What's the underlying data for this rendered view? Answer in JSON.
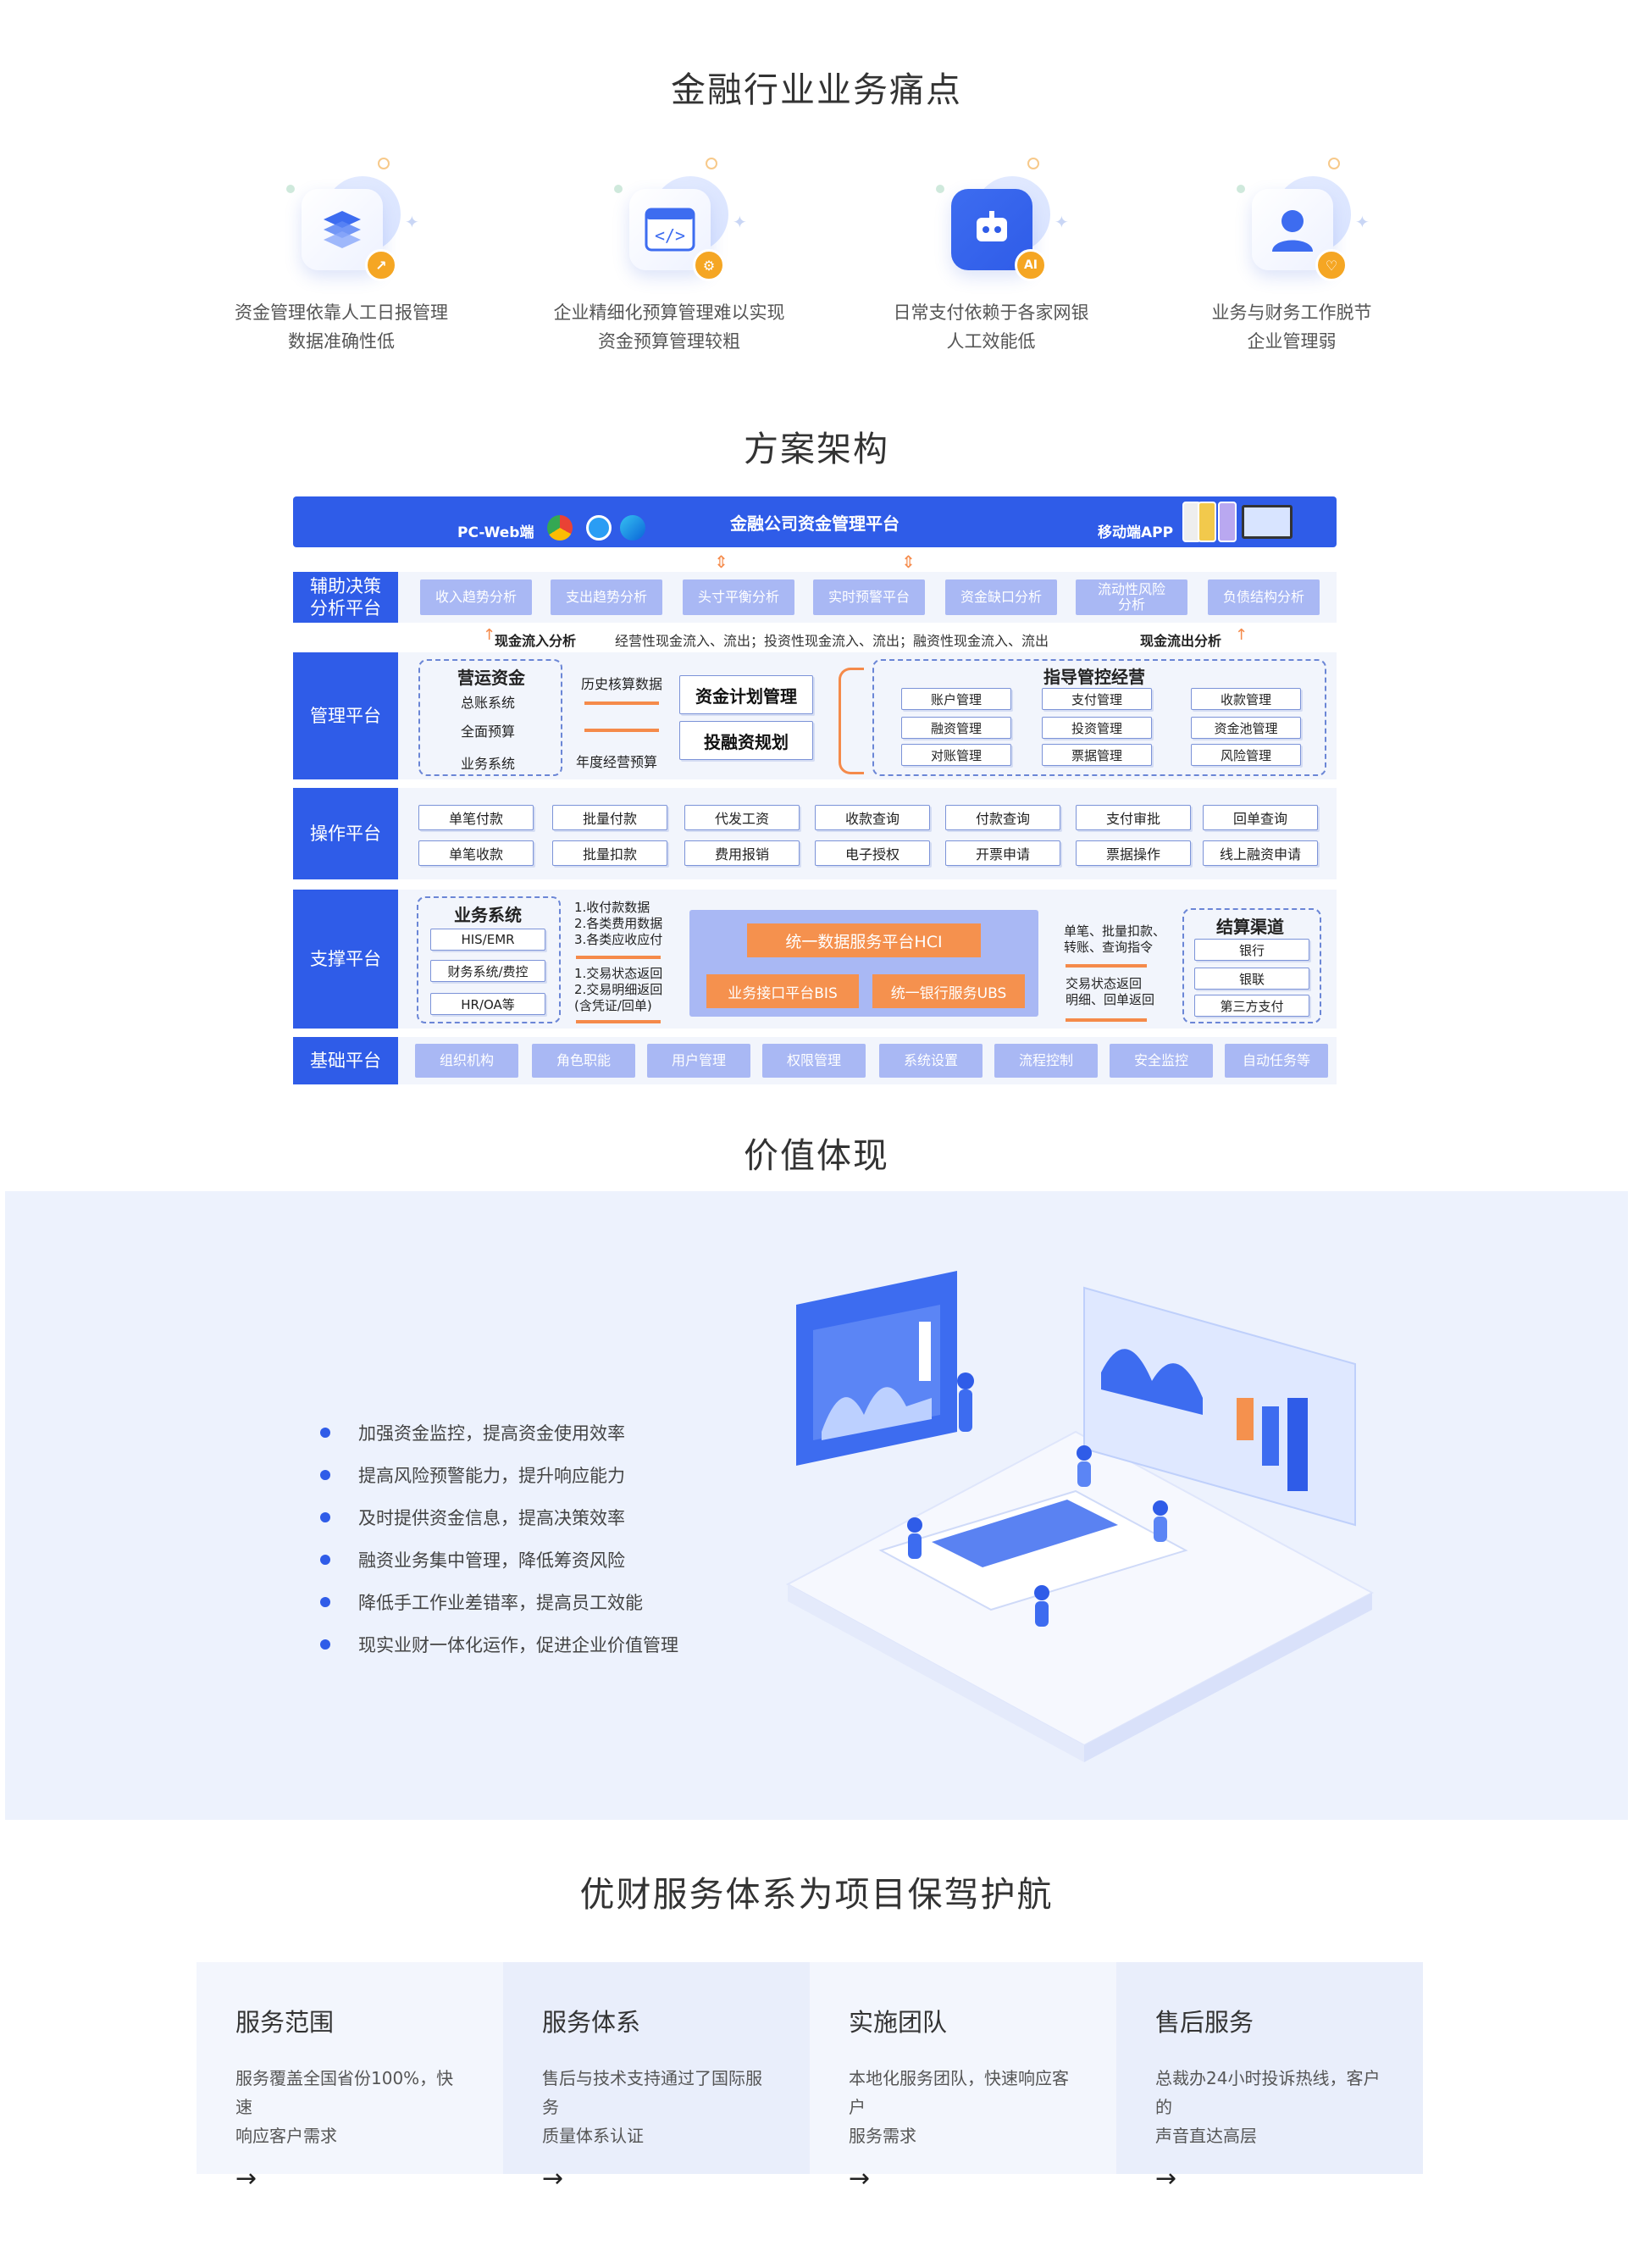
{
  "sections": {
    "pain_title": "金融行业业务痛点",
    "arch_title": "方案架构",
    "value_title": "价值体现",
    "service_title": "优财服务体系为项目保驾护航"
  },
  "pain_points": [
    {
      "line1": "资金管理依靠人工日报管理",
      "line2": "数据准确性低",
      "icon": "layers-icon",
      "badge": "↗"
    },
    {
      "line1": "企业精细化预算管理难以实现",
      "line2": "资金预算管理较粗",
      "icon": "code-window-icon",
      "badge": "⚙"
    },
    {
      "line1": "日常支付依赖于各家网银",
      "line2": "人工效能低",
      "icon": "robot-icon",
      "badge": "AI"
    },
    {
      "line1": "业务与财务工作脱节",
      "line2": "企业管理弱",
      "icon": "user-icon",
      "badge": "♡"
    }
  ],
  "arch": {
    "platform_title": "金融公司资金管理平台",
    "pc_label": "PC-Web端",
    "mobile_label": "移动端APP",
    "rows": {
      "decision": "辅助决策\n分析平台",
      "management": "管理平台",
      "operation": "操作平台",
      "support": "支撑平台",
      "base": "基础平台"
    },
    "decision_items": [
      "收入趋势分析",
      "支出趋势分析",
      "头寸平衡分析",
      "实时预警平台",
      "资金缺口分析",
      "流动性风险\n分析",
      "负债结构分析"
    ],
    "cash_in": "现金流入分析",
    "cash_out": "现金流出分析",
    "cash_desc": "经营性现金流入、流出；投资性现金流入、流出；融资性现金流入、流出",
    "operating_funds": {
      "title": "营运资金",
      "items": [
        "总账系统",
        "全面预算",
        "业务系统"
      ]
    },
    "history_data": "历史核算数据",
    "annual_budget": "年度经营预算",
    "plan_mgmt": "资金计划管理",
    "invest_plan": "投融资规划",
    "guidance": {
      "title": "指导管控经营",
      "items": [
        "账户管理",
        "支付管理",
        "收款管理",
        "融资管理",
        "投资管理",
        "资金池管理",
        "对账管理",
        "票据管理",
        "风险管理"
      ]
    },
    "operation_items": [
      "单笔付款",
      "批量付款",
      "代发工资",
      "收款查询",
      "付款查询",
      "支付审批",
      "回单查询",
      "单笔收款",
      "批量扣款",
      "费用报销",
      "电子授权",
      "开票申请",
      "票据操作",
      "线上融资申请"
    ],
    "biz_system": {
      "title": "业务系统",
      "items": [
        "HIS/EMR",
        "财务系统/费控",
        "HR/OA等"
      ]
    },
    "biz_in": [
      "1.收付款数据",
      "2.各类费用数据",
      "3.各类应收应付"
    ],
    "biz_out": [
      "1.交易状态返回",
      "2.交易明细返回",
      "(含凭证/回单)"
    ],
    "hci": "统一数据服务平台HCI",
    "bis": "业务接口平台BIS",
    "ubs": "统一银行服务UBS",
    "channel_in": [
      "单笔、批量扣款、",
      "转账、查询指令"
    ],
    "channel_out": [
      "交易状态返回",
      "明细、回单返回"
    ],
    "settle": {
      "title": "结算渠道",
      "items": [
        "银行",
        "银联",
        "第三方支付"
      ]
    },
    "base_items": [
      "组织机构",
      "角色职能",
      "用户管理",
      "权限管理",
      "系统设置",
      "流程控制",
      "安全监控",
      "自动任务等"
    ]
  },
  "value_points": [
    "加强资金监控，提高资金使用效率",
    "提高风险预警能力，提升响应能力",
    "及时提供资金信息，提高决策效率",
    "融资业务集中管理，降低筹资风险",
    "降低手工作业差错率，提高员工效能",
    "现实业财一体化运作，促进企业价值管理"
  ],
  "services": [
    {
      "title": "服务范围",
      "line1": "服务覆盖全国省份100%，快速",
      "line2": "响应客户需求",
      "arrow": "→",
      "bg": "#f3f6fd"
    },
    {
      "title": "服务体系",
      "line1": "售后与技术支持通过了国际服务",
      "line2": "质量体系认证",
      "arrow": "→",
      "bg": "#e9eefb"
    },
    {
      "title": "实施团队",
      "line1": "本地化服务团队，快速响应客户",
      "line2": "服务需求",
      "arrow": "→",
      "bg": "#f3f6fd"
    },
    {
      "title": "售后服务",
      "line1": "总裁办24小时投诉热线，客户的",
      "line2": "声音直达高层",
      "arrow": "→",
      "bg": "#e9eefb"
    }
  ],
  "colors": {
    "primary": "#2f5ce8",
    "light_pill": "#a9b8f4",
    "orange": "#f5914e",
    "badge": "#f5a623"
  }
}
